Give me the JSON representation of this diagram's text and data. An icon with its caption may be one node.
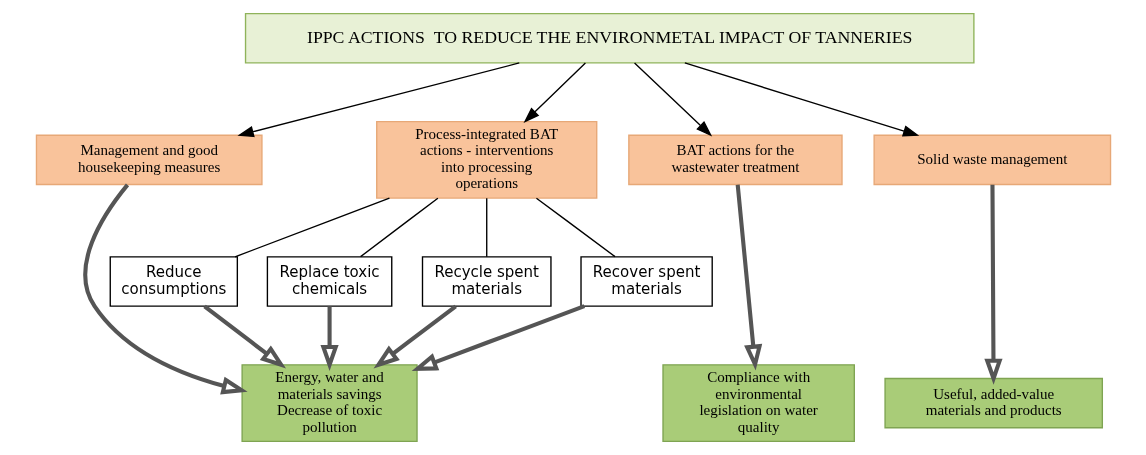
{
  "diagram": {
    "nodes": [
      {
        "text": [
          "IPPC ACTIONS  TO REDUCE THE ENVIRONMETAL IMPACT OF TANNERIES"
        ]
      },
      {
        "text": [
          "Management and good housekeeping measures"
        ]
      },
      {
        "text": [
          "Process-integrated BAT actions - interventions into processing operations"
        ]
      },
      {
        "text": [
          "BAT actions for the wastewater treatment"
        ]
      },
      {
        "text": [
          "Solid waste management"
        ]
      },
      {
        "text": [
          "Reduce consumptions"
        ]
      },
      {
        "text": [
          "Replace toxic chemicals"
        ]
      },
      {
        "text": [
          "Recycle spent materials"
        ]
      },
      {
        "text": [
          "Recover spent materials"
        ]
      },
      {
        "text": [
          "Energy, water and materials savings",
          "Decrease of toxic pollution"
        ]
      },
      {
        "text": [
          "Compliance with environmental legislation on water quality"
        ]
      },
      {
        "text": [
          "Useful, added-value materials and products"
        ]
      }
    ],
    "edges": [
      {
        "from": 0,
        "to": 1,
        "arrow": "to"
      },
      {
        "from": 0,
        "to": 2,
        "arrow": "to"
      },
      {
        "from": 0,
        "to": 3,
        "arrow": "to"
      },
      {
        "from": 0,
        "to": 4,
        "arrow": "to"
      },
      {
        "from": 2,
        "to": 5,
        "arrow": "none"
      },
      {
        "from": 2,
        "to": 6,
        "arrow": "none"
      },
      {
        "from": 2,
        "to": 7,
        "arrow": "none"
      },
      {
        "from": 2,
        "to": 8,
        "arrow": "none"
      },
      {
        "from": 1,
        "to": 9,
        "arrow": "to",
        "style": "thick"
      },
      {
        "from": 5,
        "to": 9,
        "arrow": "to",
        "style": "thick"
      },
      {
        "from": 6,
        "to": 9,
        "arrow": "to",
        "style": "thick"
      },
      {
        "from": 7,
        "to": 9,
        "arrow": "to",
        "style": "thick"
      },
      {
        "from": 8,
        "to": 9,
        "arrow": "to",
        "style": "thick"
      },
      {
        "from": 3,
        "to": 10,
        "arrow": "to",
        "style": "thick"
      },
      {
        "from": 4,
        "to": 11,
        "arrow": "to",
        "style": "thick"
      }
    ]
  }
}
